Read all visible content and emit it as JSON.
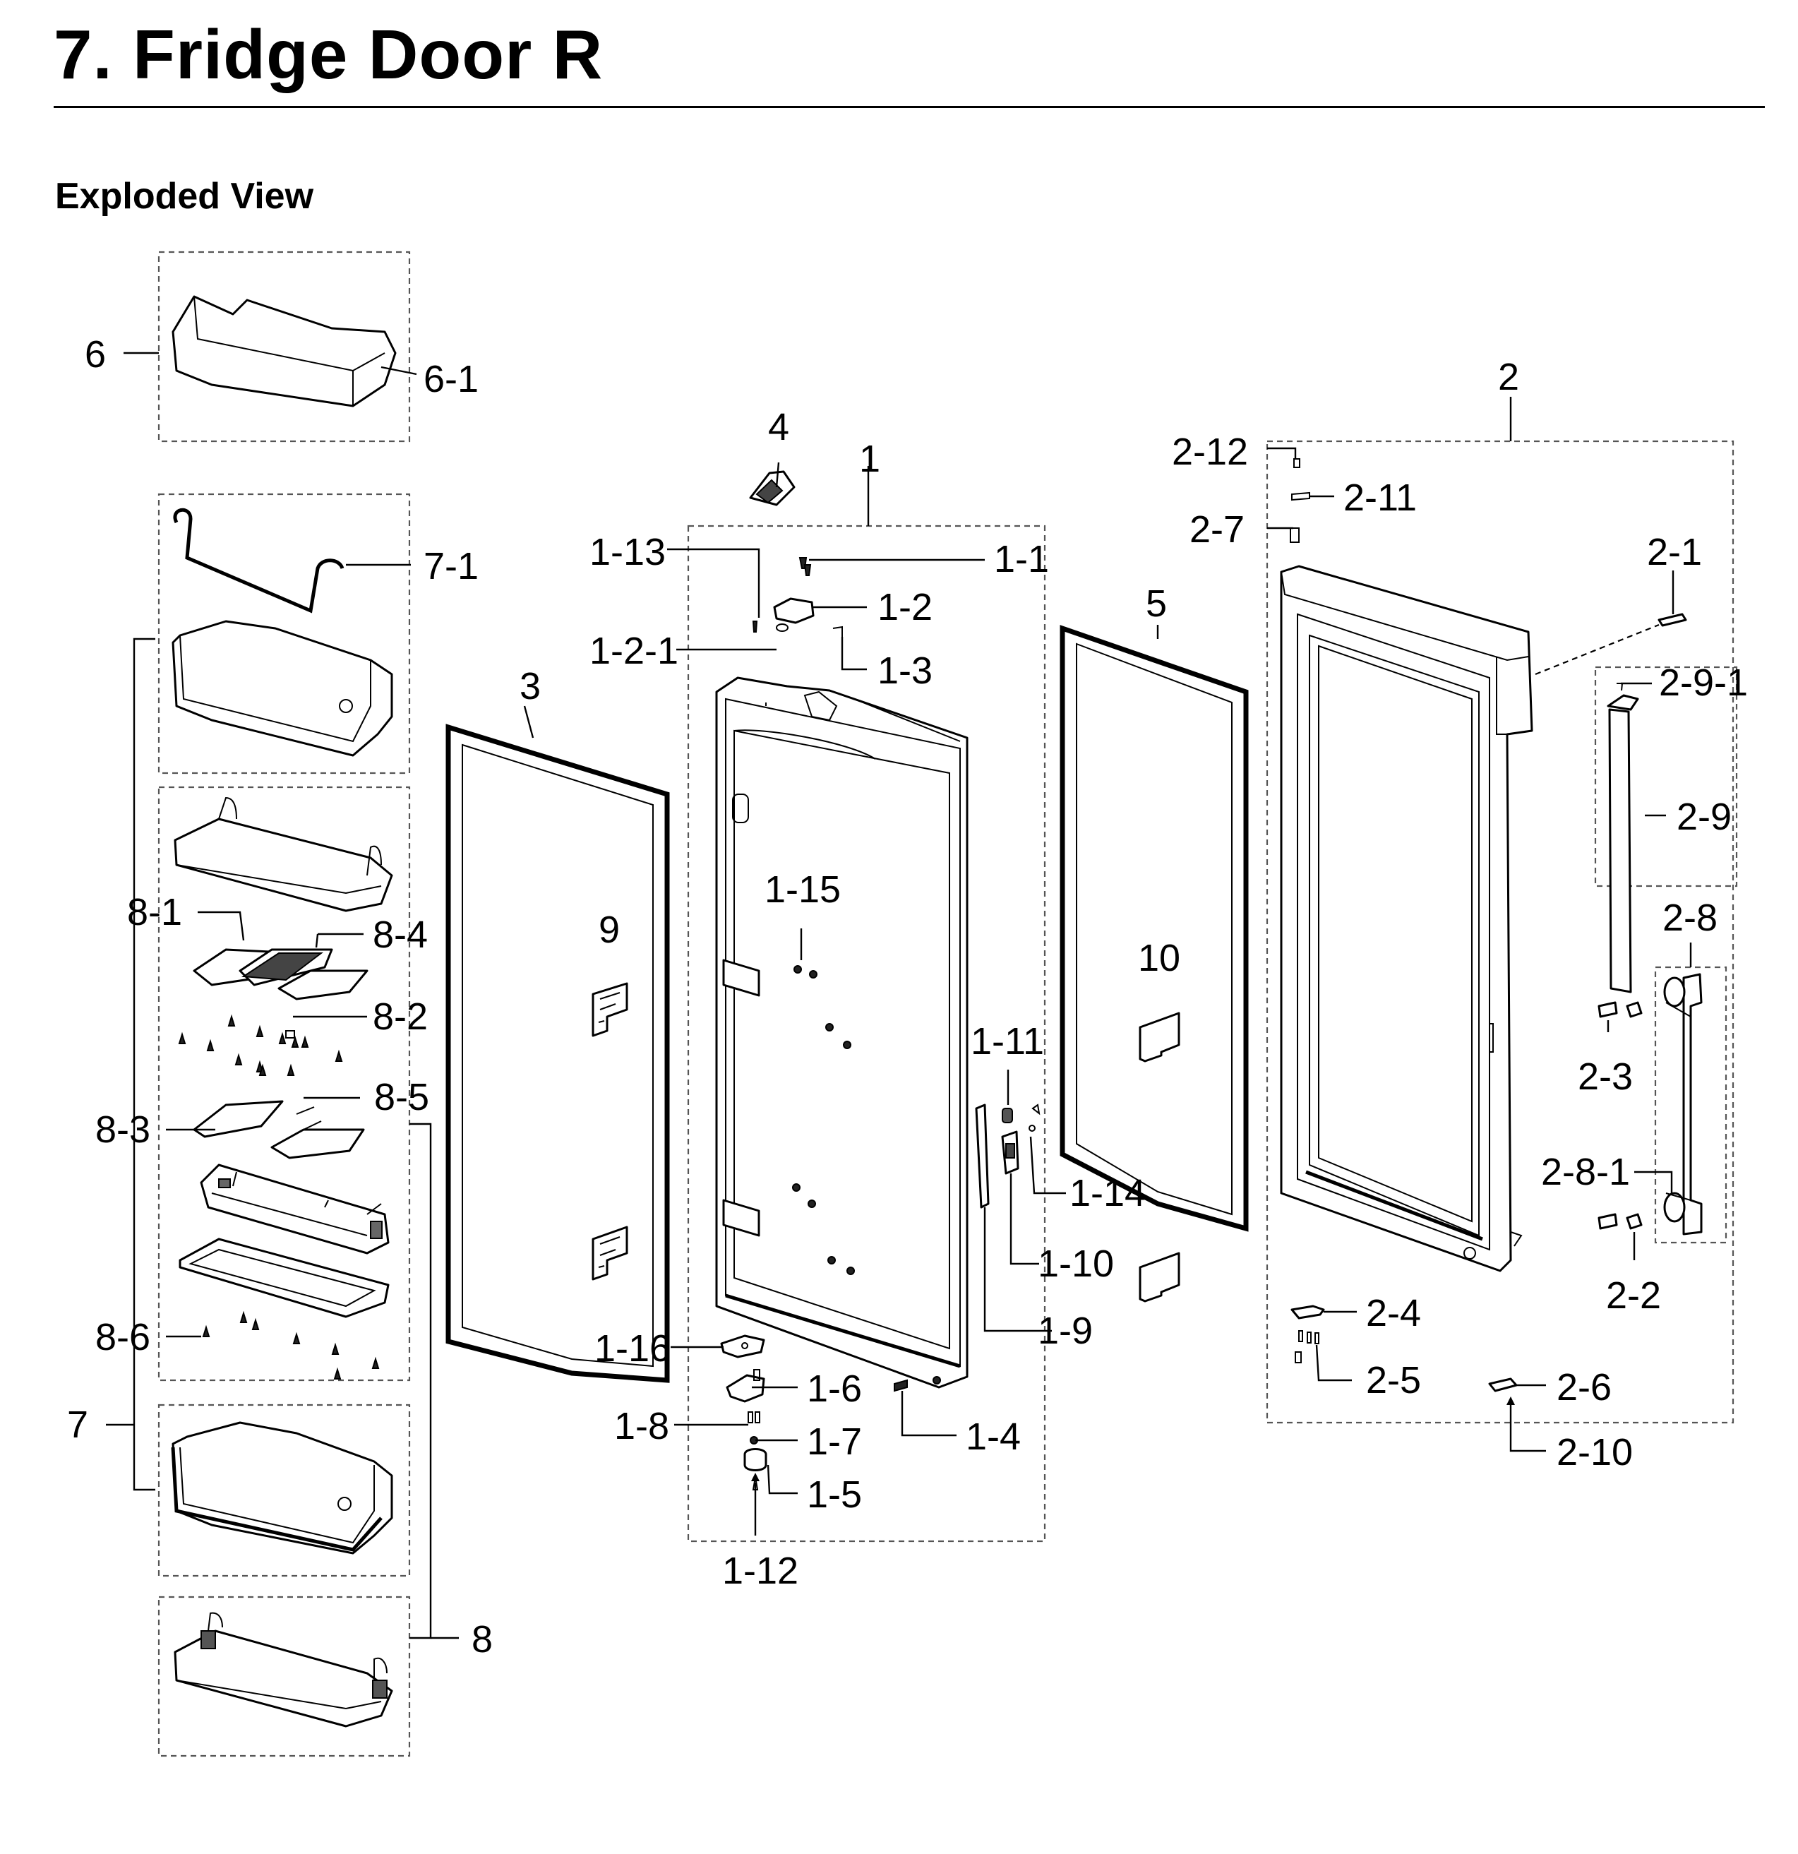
{
  "header": {
    "title": "7.  Fridge Door R",
    "subtitle": "Exploded View"
  },
  "callouts": {
    "c_6": "6",
    "c_6_1": "6-1",
    "c_7_1": "7-1",
    "c_8_1": "8-1",
    "c_8_4": "8-4",
    "c_8_2": "8-2",
    "c_8_3": "8-3",
    "c_8_5": "8-5",
    "c_8_6": "8-6",
    "c_7": "7",
    "c_8": "8",
    "c_3": "3",
    "c_9": "9",
    "c_4": "4",
    "c_1": "1",
    "c_1_13": "1-13",
    "c_1_1": "1-1",
    "c_1_2": "1-2",
    "c_1_2_1": "1-2-1",
    "c_1_3": "1-3",
    "c_1_15": "1-15",
    "c_1_11": "1-11",
    "c_1_14": "1-14",
    "c_1_10": "1-10",
    "c_1_9": "1-9",
    "c_1_16": "1-16",
    "c_1_6": "1-6",
    "c_1_8": "1-8",
    "c_1_7": "1-7",
    "c_1_4": "1-4",
    "c_1_5": "1-5",
    "c_1_12": "1-12",
    "c_5": "5",
    "c_10": "10",
    "c_2": "2",
    "c_2_12": "2-12",
    "c_2_11": "2-11",
    "c_2_7": "2-7",
    "c_2_1": "2-1",
    "c_2_9_1": "2-9-1",
    "c_2_9": "2-9",
    "c_2_8": "2-8",
    "c_2_3": "2-3",
    "c_2_8_1": "2-8-1",
    "c_2_2": "2-2",
    "c_2_4": "2-4",
    "c_2_5": "2-5",
    "c_2_6": "2-6",
    "c_2_10": "2-10"
  }
}
